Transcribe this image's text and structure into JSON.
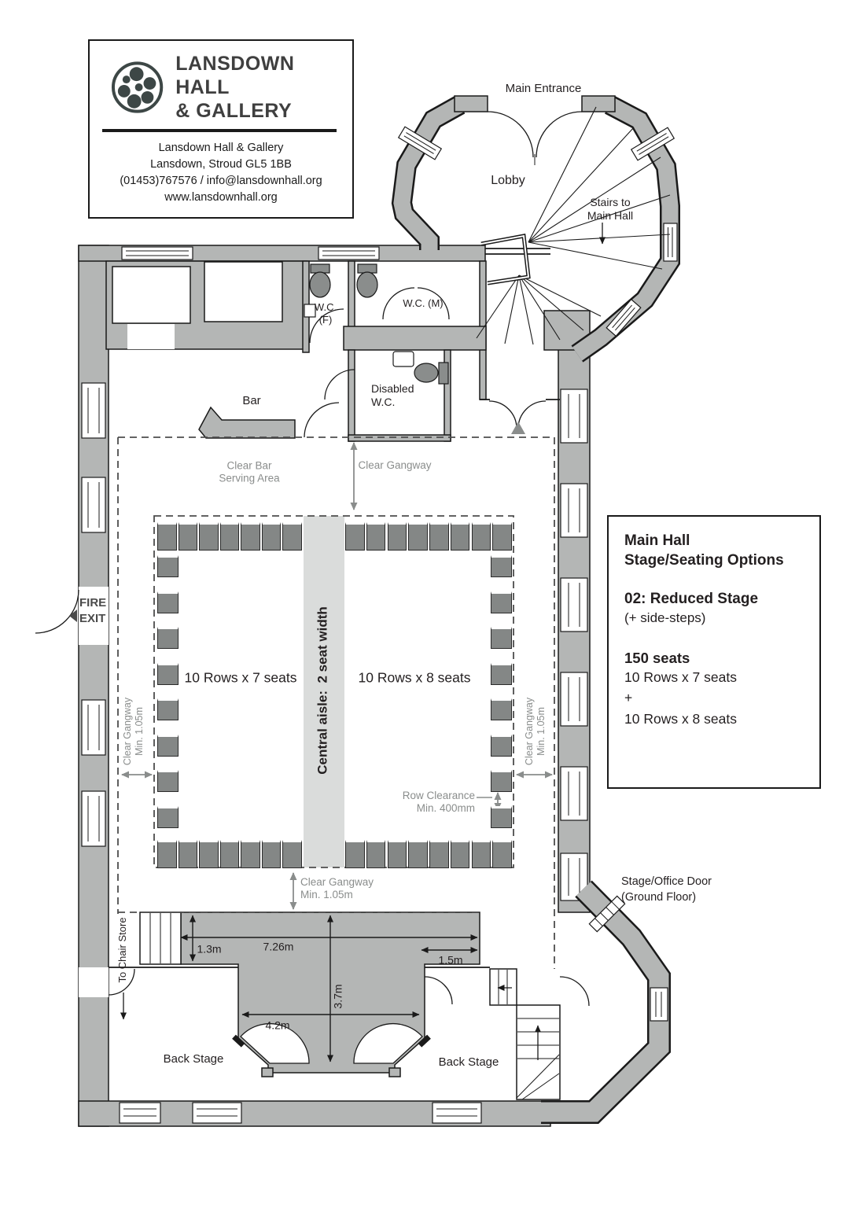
{
  "logo_card": {
    "title": "LANSDOWN HALL\n& GALLERY",
    "address": [
      "Lansdown Hall & Gallery",
      "Lansdown, Stroud GL5 1BB",
      "(01453)767576 / info@lansdownhall.org",
      "www.lansdownhall.org"
    ]
  },
  "plan_labels": {
    "main_entrance": "Main Entrance",
    "lobby": "Lobby",
    "stairs_to_main_hall": "Stairs to\nMain Hall",
    "wc_f": "W.C.\n(F)",
    "wc_m": "W.C. (M)",
    "disabled_wc": "Disabled\nW.C.",
    "bar": "Bar",
    "clear_bar_serving_area": "Clear Bar\nServing Area",
    "clear_gangway": "Clear Gangway",
    "clear_gangway_min": "Clear Gangway\nMin. 1.05m",
    "rows_left": "10 Rows x 7 seats",
    "rows_right": "10 Rows x 8 seats",
    "central_aisle": "Central aisle:  2 seat width",
    "row_clearance": "Row Clearance\nMin. 400mm",
    "fire_exit": "FIRE\nEXIT",
    "stage_office_door": "Stage/Office Door\n(Ground Floor)",
    "to_chair_store": "To Chair Store",
    "back_stage": "Back Stage"
  },
  "dimensions": {
    "step_depth": "1.3m",
    "stage_width": "7.26m",
    "side_width": "1.5m",
    "stage_depth": "3.7m",
    "front_width": "4.2m"
  },
  "info_panel": {
    "title": "Main Hall\nStage/Seating Options",
    "option_number": "02:",
    "option_name": "Reduced Stage",
    "option_note": "(+ side-steps)",
    "seats_total": "150 seats",
    "seats_line1": "10 Rows x 7 seats",
    "plus": "+",
    "seats_line2": "10 Rows x 8 seats"
  },
  "seating": {
    "rows": 10,
    "left_seats_per_row": 7,
    "right_seats_per_row": 8,
    "side_single_seats": 8
  },
  "colors": {
    "wall": "#b4b6b5",
    "seat": "#848786",
    "aisle": "#dadcdb",
    "gray_text": "#8a8d8c",
    "dark_text": "#231f20",
    "logo_mark": "#3d4746"
  }
}
